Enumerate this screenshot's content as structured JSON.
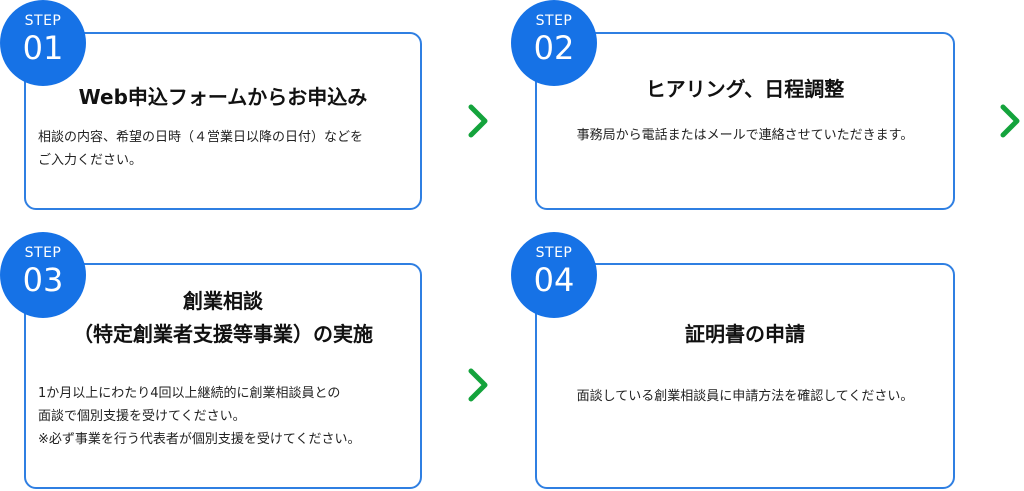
{
  "steps": [
    {
      "label": "STEP",
      "number": "01",
      "title": "Web申込フォームからお申込み",
      "lines": [
        "相談の内容、希望の日時（４営業日以降の日付）などを",
        "ご入力ください。"
      ]
    },
    {
      "label": "STEP",
      "number": "02",
      "title": "ヒアリング、日程調整",
      "lines": [
        "事務局から電話またはメールで連絡させていただきます。"
      ]
    },
    {
      "label": "STEP",
      "number": "03",
      "title_lines": [
        "創業相談",
        "（特定創業者支援等事業）の実施"
      ],
      "lines": [
        "1か月以上にわたり4回以上継続的に創業相談員との",
        "面談で個別支援を受けてください。",
        "※必ず事業を行う代表者が個別支援を受けてください。"
      ]
    },
    {
      "label": "STEP",
      "number": "04",
      "title": "証明書の申請",
      "lines": [
        "面談している創業相談員に申請方法を確認してください。"
      ]
    }
  ],
  "arrows": [
    "chevron-right-icon",
    "chevron-right-icon",
    "chevron-right-icon"
  ],
  "colors": {
    "accent": "#1672e6",
    "border": "#2f7fe2",
    "arrow": "#14a33c"
  }
}
